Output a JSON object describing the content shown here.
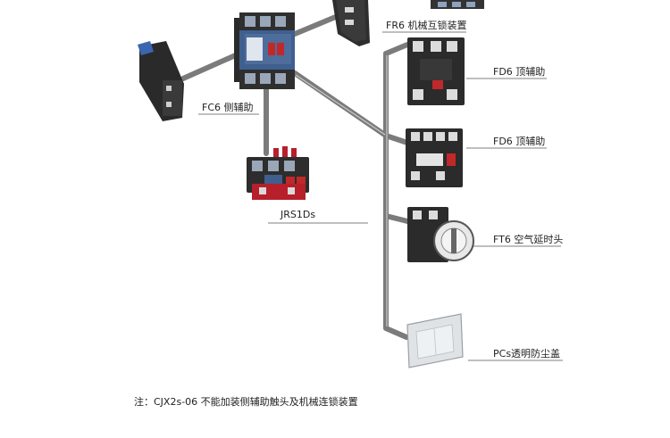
{
  "labels": {
    "fr6": "FR6 机械互锁装置",
    "fc6": "FC6 侧辅助",
    "fd6_top": "FD6 顶辅助",
    "fd6_second": "FD6 顶辅助",
    "jrs1ds": "JRS1Ds",
    "ft6": "FT6 空气延时头",
    "pcs": "PCs透明防尘盖"
  },
  "note": "注：CJX2s-06 不能加装侧辅助触头及机械连锁装置",
  "colors": {
    "connector": "#7b7b7b",
    "device_dark": "#2b2b2b",
    "contactor_blue": "#3f5f8f",
    "accent_red": "#c0282a",
    "relay_red": "#b71f2a",
    "cover": "#dfe3e6"
  }
}
